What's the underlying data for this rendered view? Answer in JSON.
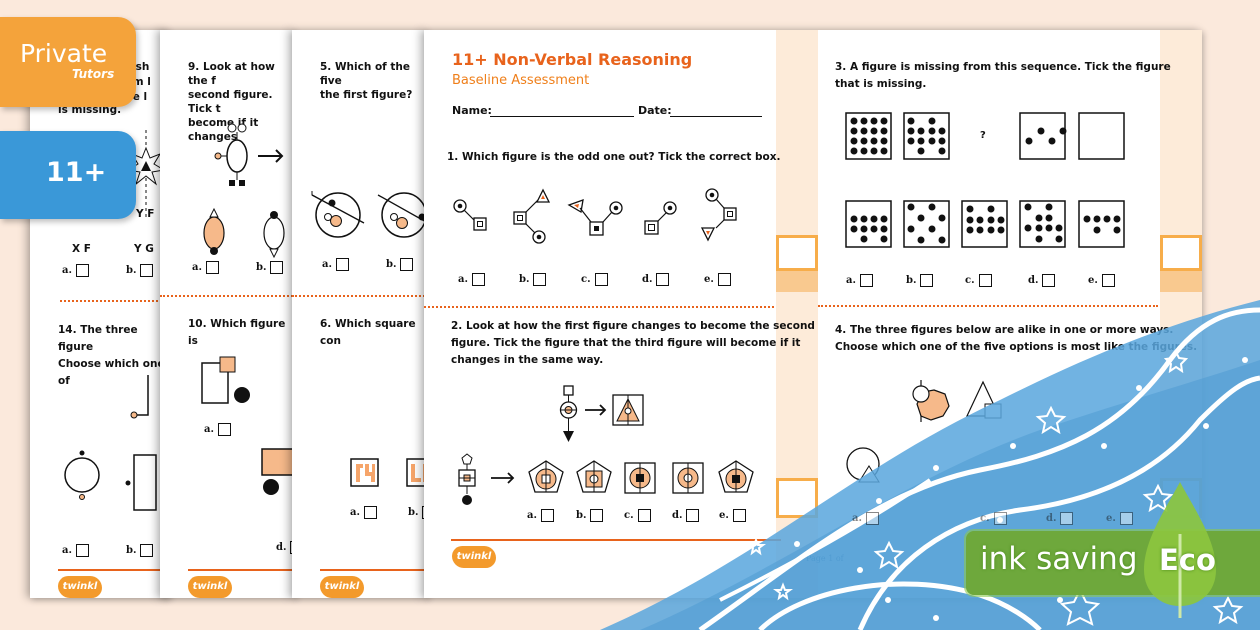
{
  "badges": {
    "private_line1": "Private",
    "private_line2": "Tutors",
    "level": "11+",
    "private_color": "#f4a33b",
    "level_color": "#3a98d8"
  },
  "header": {
    "title": "11+ Non-Verbal Reasoning",
    "subtitle": "Baseline Assessment",
    "name_label": "Name:",
    "date_label": "Date:",
    "accent_color": "#e8631c"
  },
  "option_letters": [
    "a.",
    "b.",
    "c.",
    "d.",
    "e."
  ],
  "sheets": {
    "back1": {
      "q_top_fragments": [
        "ve sh",
        "hem l",
        "ode l",
        "is missing."
      ],
      "codes": [
        "X F",
        "Y G",
        "Y F"
      ],
      "q14_line1": "14. The three figure",
      "q14_line2": "Choose which one of"
    },
    "back2": {
      "q9_line1": "9. Look at how the f",
      "q9_line2": "second figure. Tick t",
      "q9_line3": "become if it changes",
      "q10": "10. Which figure is"
    },
    "back3": {
      "q5_line1": "5. Which of the five",
      "q5_line2": "the first figure?",
      "q6": "6. Which square con"
    },
    "front_left": {
      "q1": "1. Which figure is the odd one out? Tick the correct box.",
      "q2_line1": "2. Look at how the first figure changes to become the second",
      "q2_line2": "figure. Tick the figure that the third figure will become if it",
      "q2_line3": "changes in the same way."
    },
    "front_right": {
      "q3_line1": "3. A figure is missing from this sequence. Tick the figure",
      "q3_line2": "that is missing.",
      "q3_missing": "?",
      "q4_line1": "4. The three figures below are alike in one or more ways.",
      "q4_line2": "Choose which one of the five options is most like the figures.",
      "page_label": "Page 1 of"
    }
  },
  "footer": {
    "logo": "twinkl"
  },
  "eco": {
    "label": "ink saving",
    "badge": "Eco",
    "color": "#6ea83c"
  }
}
